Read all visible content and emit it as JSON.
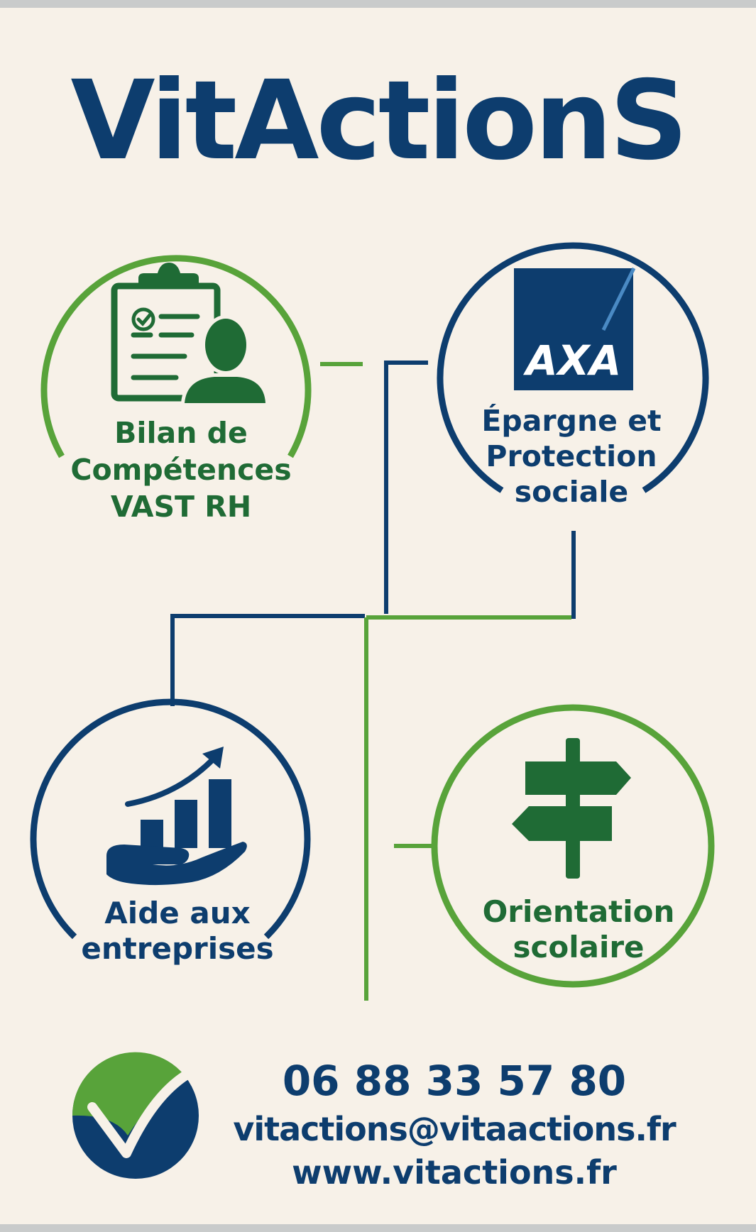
{
  "title": "VitActionS",
  "colors": {
    "green": "#58a33a",
    "dark_green": "#1f6b35",
    "blue": "#0d3d6e",
    "background": "#f7f1e8"
  },
  "services": {
    "bilan": {
      "line1": "Bilan de",
      "line2": "Compétences",
      "line3": "VAST RH",
      "icon": "clipboard-person-icon"
    },
    "epargne": {
      "logo_text": "AXA",
      "line1": "Épargne et",
      "line2": "Protection",
      "line3": "sociale"
    },
    "aide": {
      "line1": "Aide aux",
      "line2": "entreprises",
      "icon": "hand-growth-chart-icon"
    },
    "orientation": {
      "line1": "Orientation",
      "line2": "scolaire",
      "icon": "signpost-icon"
    }
  },
  "contact": {
    "phone": "06 88 33 57 80",
    "email": "vitactions@vitaactions.fr",
    "website": "www.vitactions.fr"
  }
}
